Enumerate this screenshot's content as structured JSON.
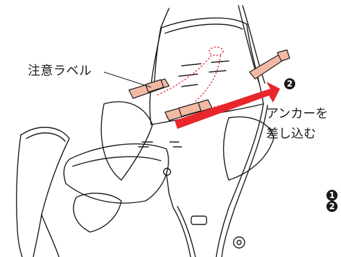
{
  "callouts": {
    "caution_label": "注意ラベル",
    "anchor_instruction_line1": "アンカーを",
    "anchor_instruction_line2": "差し込む"
  },
  "step_markers": {
    "main": "2",
    "edge_first": "1",
    "edge_second": "2"
  },
  "colors": {
    "arrow": "#e8262b",
    "strap_fill": "#f2b9a3",
    "line": "#1a1a1a"
  }
}
